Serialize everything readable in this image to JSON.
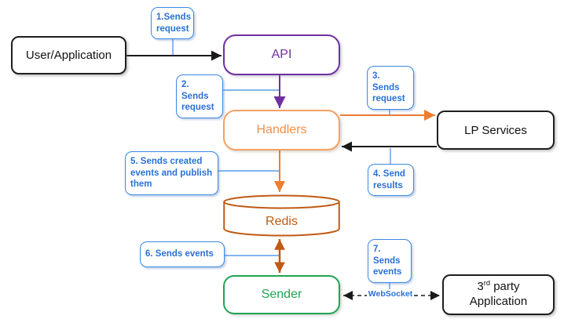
{
  "colors": {
    "black": "#1a1a1a",
    "purple": "#7030a0",
    "orange": "#ed7d31",
    "orange_light": "#f4a263",
    "brown": "#c05a15",
    "green": "#21a453",
    "blue_connector": "#3b87e2",
    "blue_text": "#2b70d5"
  },
  "nodes": {
    "user_app": {
      "label": "User/Application"
    },
    "api": {
      "label": "API"
    },
    "handlers": {
      "label": "Handlers"
    },
    "lp_services": {
      "label": "LP Services"
    },
    "redis": {
      "label": "Redis",
      "shape": "cylinder"
    },
    "sender": {
      "label": "Sender"
    },
    "third_party": {
      "base": "3",
      "sup": "rd",
      "rest": "party",
      "line2": "Application"
    }
  },
  "callouts": [
    {
      "id": "1",
      "text": "1.Sends request"
    },
    {
      "id": "2",
      "text": "2. Sends request"
    },
    {
      "id": "3",
      "text": "3. Sends request"
    },
    {
      "id": "4",
      "text": "4. Send results"
    },
    {
      "id": "5",
      "text": "5. Sends created events and publish them"
    },
    {
      "id": "6",
      "text": "6. Sends events"
    },
    {
      "id": "7",
      "text": "7. Sends events"
    }
  ],
  "edges": {
    "websocket_label": "WebSocket"
  }
}
